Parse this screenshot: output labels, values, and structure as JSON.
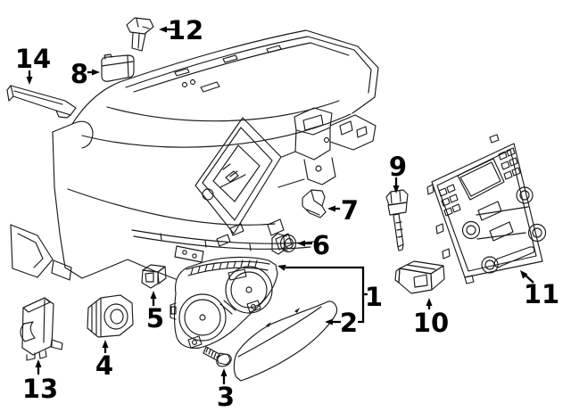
{
  "figure": {
    "kind": "exploded-parts-diagram",
    "subject": "vehicle instrument panel and cluster",
    "background_color": "#ffffff",
    "line_color": "#1a1a1a",
    "label_color": "#000000",
    "callout_count": 14,
    "callouts": [
      {
        "label": "1",
        "part": "instrument-cluster"
      },
      {
        "label": "2",
        "part": "cluster-lens-applique"
      },
      {
        "label": "3",
        "part": "mounting-screw"
      },
      {
        "label": "4",
        "part": "headlamp-switch"
      },
      {
        "label": "5",
        "part": "small-switch"
      },
      {
        "label": "6",
        "part": "grommet-knob"
      },
      {
        "label": "7",
        "part": "clip-bracket"
      },
      {
        "label": "8",
        "part": "switch-module"
      },
      {
        "label": "9",
        "part": "temperature-sensor"
      },
      {
        "label": "10",
        "part": "switch-bank"
      },
      {
        "label": "11",
        "part": "center-control-panel"
      },
      {
        "label": "12",
        "part": "retainer-clip"
      },
      {
        "label": "13",
        "part": "relay-module"
      },
      {
        "label": "14",
        "part": "trim-strip"
      }
    ]
  }
}
